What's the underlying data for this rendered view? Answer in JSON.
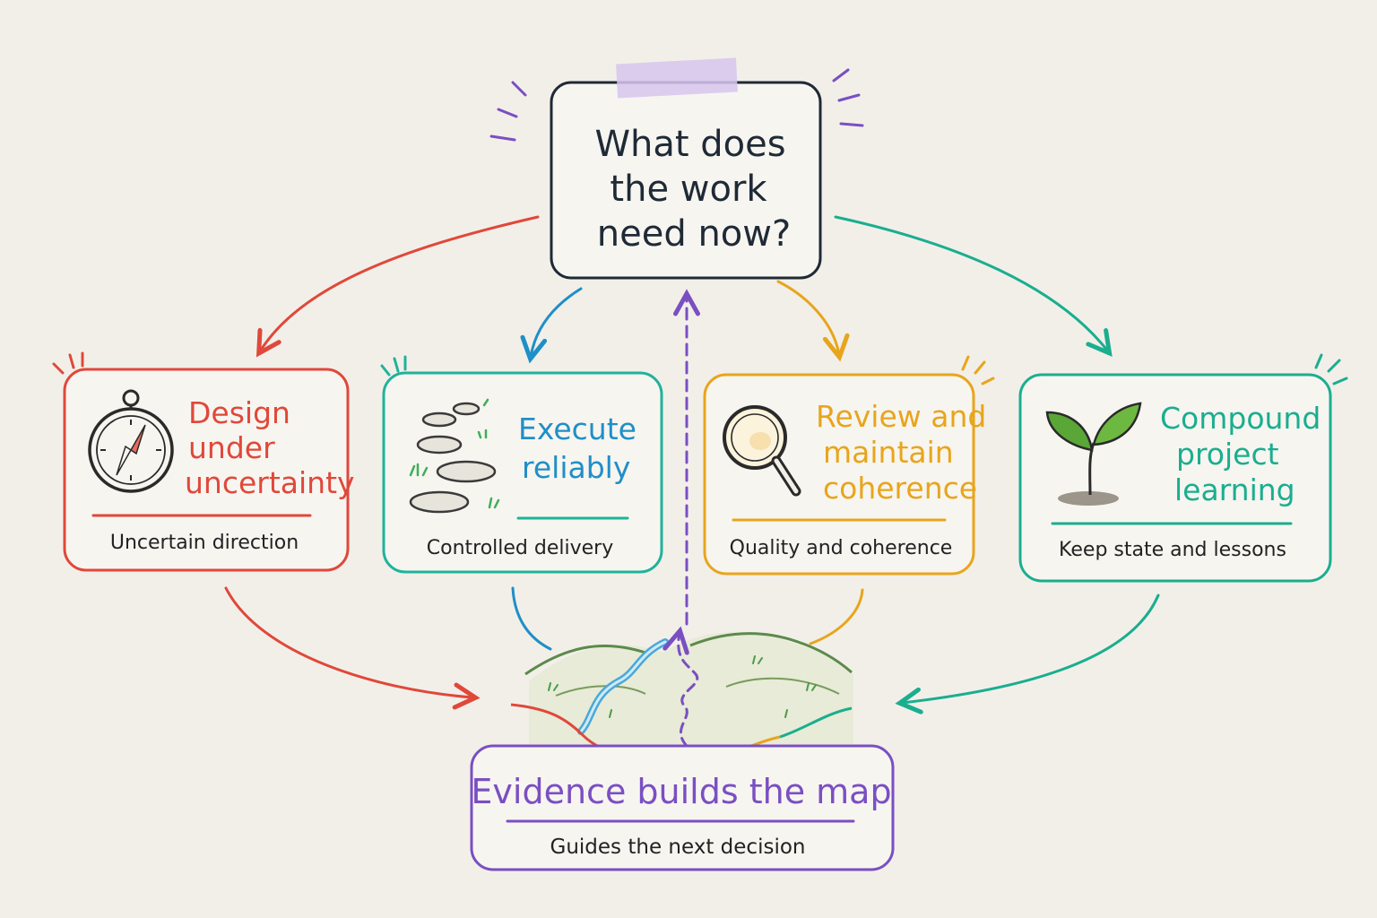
{
  "colors": {
    "ink": "#1f2a36",
    "red": "#e0483a",
    "teal": "#1fb39a",
    "blue": "#1f8fc8",
    "amber": "#e8a51c",
    "green": "#1aae8f",
    "purple": "#7a4fc2",
    "paper": "#f2efe9"
  },
  "central": {
    "lines": [
      "What does",
      "the work",
      "need now?"
    ]
  },
  "cards": [
    {
      "title_lines": [
        "Design",
        "under",
        "uncertainty"
      ],
      "subtitle": "Uncertain direction",
      "icon": "compass-icon"
    },
    {
      "title_lines": [
        "Execute",
        "reliably"
      ],
      "subtitle": "Controlled delivery",
      "icon": "stepping-stones-icon"
    },
    {
      "title_lines": [
        "Review and",
        "maintain",
        "coherence"
      ],
      "subtitle": "Quality and coherence",
      "icon": "magnifier-icon"
    },
    {
      "title_lines": [
        "Compound",
        "project",
        "learning"
      ],
      "subtitle": "Keep state and lessons",
      "icon": "sprout-icon"
    }
  ],
  "bottom": {
    "title": "Evidence builds the map",
    "subtitle": "Guides the next decision",
    "icon": "landscape-map-icon"
  }
}
